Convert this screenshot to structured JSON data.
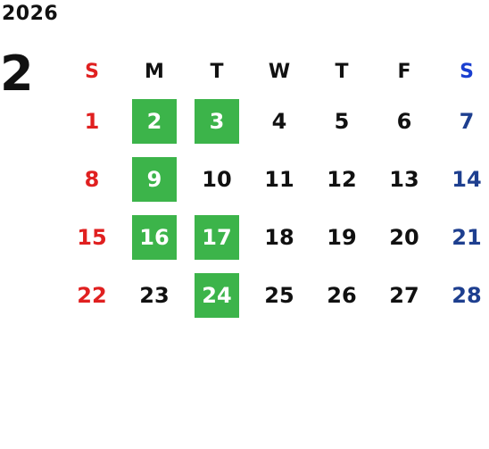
{
  "calendar": {
    "year": "2026",
    "month": "2",
    "weekdays": [
      "S",
      "M",
      "T",
      "W",
      "T",
      "F",
      "S"
    ],
    "weeks": [
      [
        "1",
        "2",
        "3",
        "4",
        "5",
        "6",
        "7"
      ],
      [
        "8",
        "9",
        "10",
        "11",
        "12",
        "13",
        "14"
      ],
      [
        "15",
        "16",
        "17",
        "18",
        "19",
        "20",
        "21"
      ],
      [
        "22",
        "23",
        "24",
        "25",
        "26",
        "27",
        "28"
      ],
      [
        "",
        "",
        "",
        "",
        "",
        "",
        ""
      ]
    ],
    "highlighted_days": [
      "2",
      "3",
      "9",
      "16",
      "17",
      "24"
    ]
  },
  "colors": {
    "sunday": "#e02020",
    "saturday_header": "#1a3fd0",
    "saturday_day": "#1e3f8f",
    "highlight": "#3cb44a",
    "text": "#111111"
  }
}
